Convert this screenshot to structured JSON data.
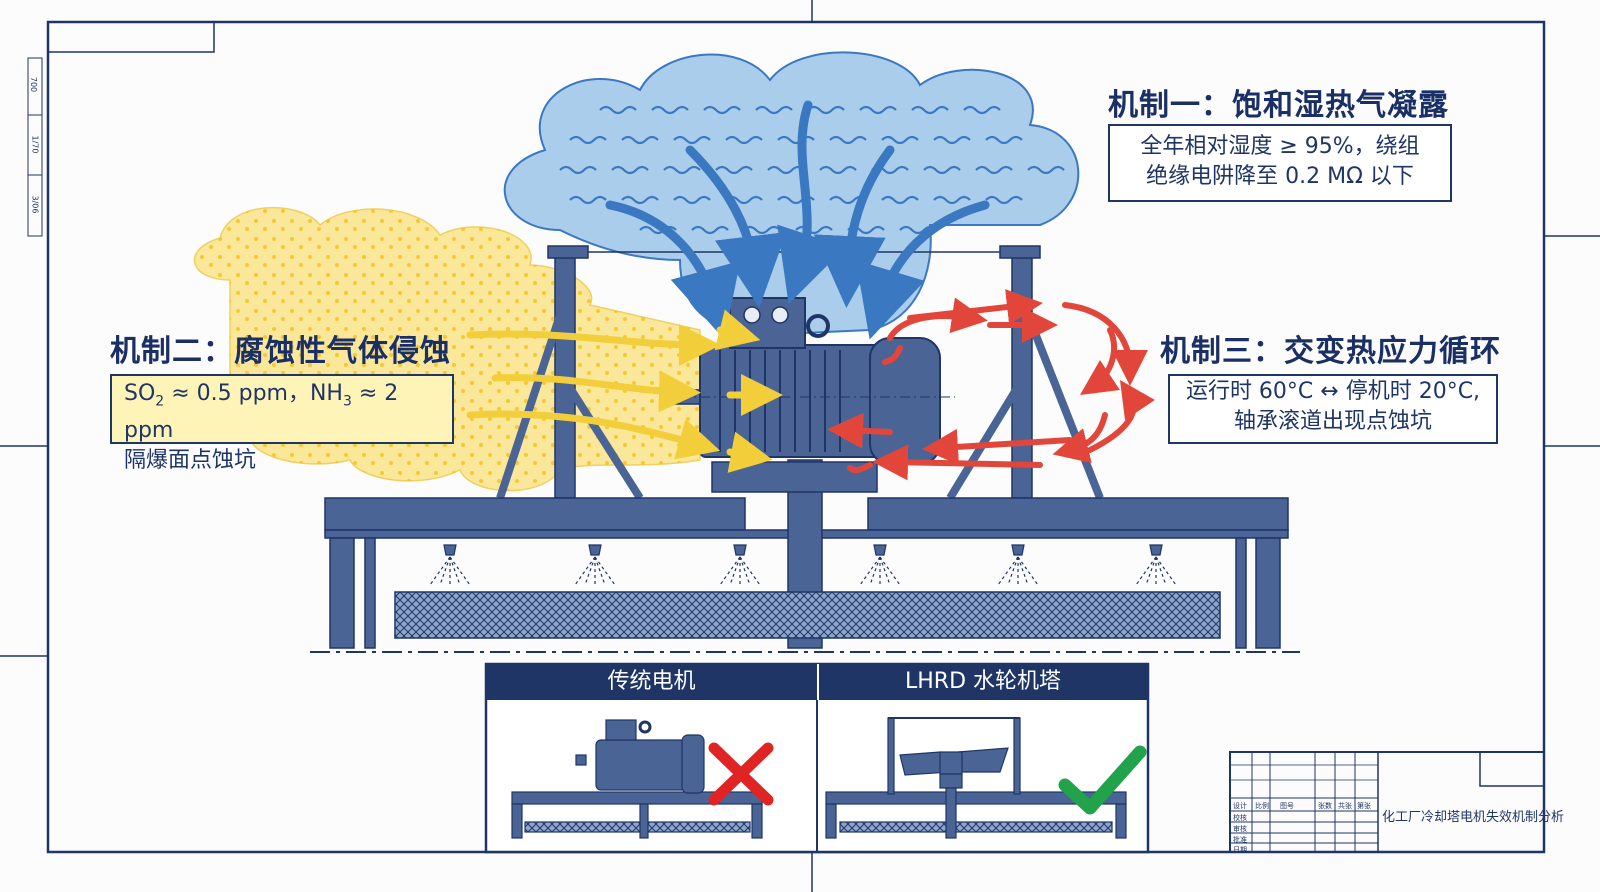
{
  "mechanism1": {
    "title": "机制一：饱和湿热气凝露",
    "line1": "全年相对湿度 ≥ 95%，绕组",
    "line2": "绝缘电阱降至 0.2 MΩ 以下"
  },
  "mechanism2": {
    "title": "机制二：腐蚀性气体侵蚀",
    "so2_prefix": "SO",
    "so2_sub": "2",
    "so2_rest": " ≈ 0.5 ppm，NH",
    "nh3_sub": "3",
    "nh3_rest": " ≈ 2 ppm",
    "line2": "隔爆面点蚀坑"
  },
  "mechanism3": {
    "title": "机制三：交变热应力循环",
    "line1": "运行时 60°C ↔ 停机时 20°C,",
    "line2": "轴承滚道出现点蚀坑"
  },
  "comparison": {
    "left_label": "传统电机",
    "right_label": "LHRD 水轮机塔"
  },
  "title_block": {
    "drawing_title": "化工厂冷却塔电机失效机制分析",
    "cells": [
      "设计",
      "校核",
      "审核",
      "批准",
      "日期",
      "比例",
      "图号",
      "张数",
      "共张",
      "第张"
    ]
  },
  "margin_marks": [
    "700",
    "1/70",
    "3/06"
  ],
  "colors": {
    "frame": "#1f3566",
    "steel": "#4a6595",
    "cloud_blue": "#a9cdea",
    "cloud_yellow": "#fbe79a",
    "arrow_blue": "#3b78c2",
    "arrow_red": "#e2463a",
    "arrow_yellow": "#f2cf3a",
    "check_green": "#22a24a",
    "cross_red": "#e02323"
  }
}
